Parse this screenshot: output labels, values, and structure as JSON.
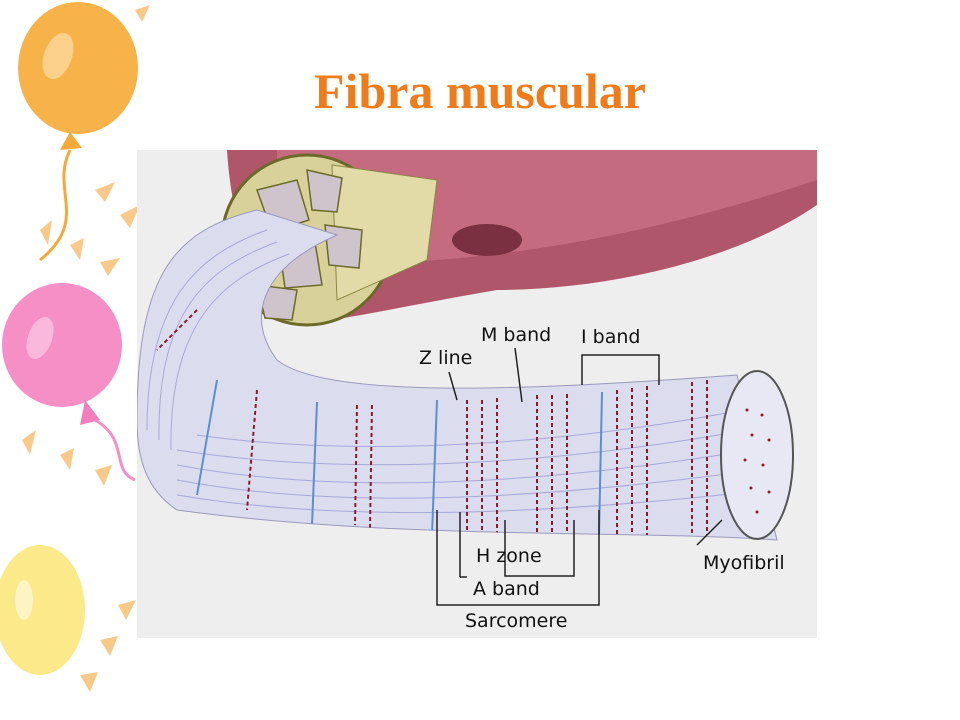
{
  "slide": {
    "title": "Fibra muscular",
    "title_color": "#f07b1b"
  },
  "diagram": {
    "labels": {
      "m_band": "M band",
      "i_band": "I band",
      "z_line": "Z line",
      "myofibril": "Myofibril",
      "h_zone": "H zone",
      "a_band": "A band",
      "sarcomere": "Sarcomere"
    },
    "colors": {
      "myofibril_fill": "#dcdcef",
      "thick_filament": "#8b1a2b",
      "z_line": "#5a8fd0",
      "muscle_tissue": "#b0566a",
      "connective": "#d8d29a"
    }
  },
  "decorations": {
    "balloon_colors": [
      "#f7b24a",
      "#f58fc6",
      "#fbe98a"
    ],
    "ray_color": "#f9c98a"
  }
}
